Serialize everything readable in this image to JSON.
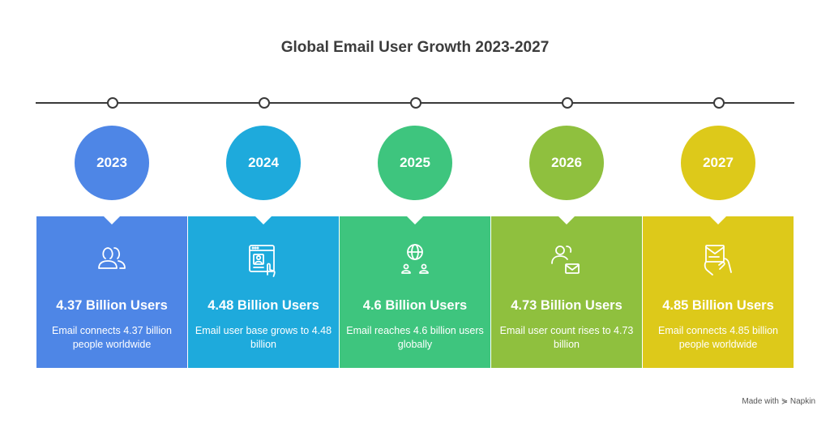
{
  "title": "Global Email User Growth 2023-2027",
  "colors": {
    "timeline": "#3a3a3a",
    "items": [
      "#4e86e6",
      "#1eaadc",
      "#3ec57e",
      "#8fc03e",
      "#ddc91a"
    ]
  },
  "items": [
    {
      "year": "2023",
      "headline": "4.37 Billion Users",
      "description": "Email connects 4.37 billion people worldwide",
      "icon": "people-icon"
    },
    {
      "year": "2024",
      "headline": "4.48 Billion Users",
      "description": "Email user base grows to 4.48 billion",
      "icon": "profile-window-icon"
    },
    {
      "year": "2025",
      "headline": "4.6 Billion Users",
      "description": "Email reaches 4.6 billion users globally",
      "icon": "globe-users-icon"
    },
    {
      "year": "2026",
      "headline": "4.73 Billion Users",
      "description": "Email user count rises to 4.73 billion",
      "icon": "users-mail-icon"
    },
    {
      "year": "2027",
      "headline": "4.85 Billion Users",
      "description": "Email connects 4.85 billion people worldwide",
      "icon": "hand-letter-icon"
    }
  ],
  "footer": "Made with ⋟ Napkin"
}
